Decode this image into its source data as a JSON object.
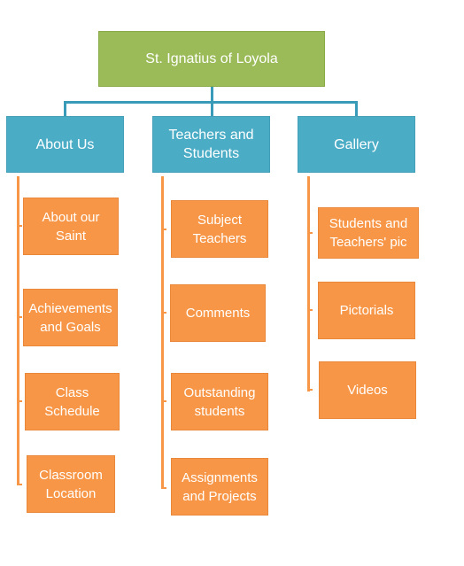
{
  "colors": {
    "root": "#9BBB59",
    "section": "#4BACC6",
    "item": "#F79646",
    "connector": "#3A9BB8"
  },
  "root": {
    "label": "St. Ignatius of Loyola"
  },
  "sections": [
    {
      "label": "About Us",
      "items": [
        "About our Saint",
        "Achievements and Goals",
        "Class Schedule",
        "Classroom Location"
      ]
    },
    {
      "label": "Teachers and Students",
      "items": [
        "Subject Teachers",
        "Comments",
        "Outstanding students",
        "Assignments and Projects"
      ]
    },
    {
      "label": "Gallery",
      "items": [
        "Students and Teachers' pic",
        "Pictorials",
        "Videos"
      ]
    }
  ]
}
